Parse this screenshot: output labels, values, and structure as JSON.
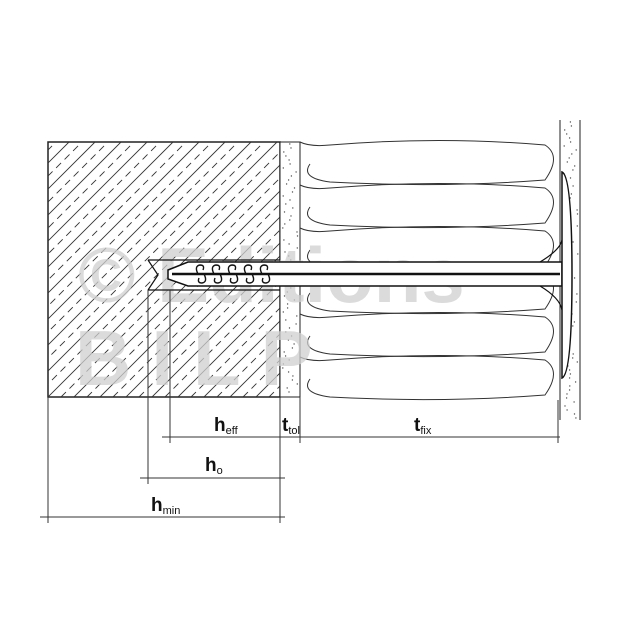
{
  "watermark": {
    "line1": "© Editions",
    "line2": "BILP"
  },
  "dimensions": {
    "heff": {
      "main": "h",
      "sub": "eff"
    },
    "ttol": {
      "main": "t",
      "sub": "tol"
    },
    "tfix": {
      "main": "t",
      "sub": "fix"
    },
    "ho": {
      "main": "h",
      "sub": "o"
    },
    "hmin": {
      "main": "h",
      "sub": "min"
    }
  },
  "colors": {
    "line": "#222222",
    "watermark": "#d0d0d0"
  }
}
